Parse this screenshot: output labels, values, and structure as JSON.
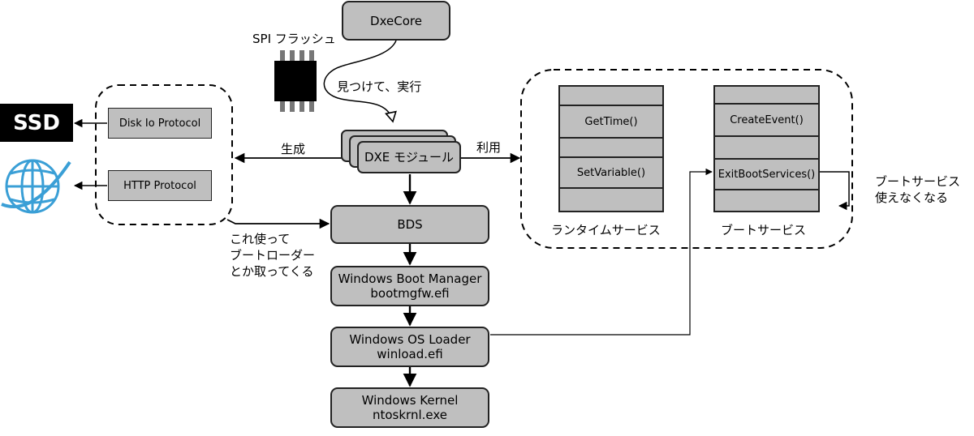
{
  "nodes": {
    "dxecore": "DxeCore",
    "dxe_module": "DXE モジュール",
    "bds": "BDS",
    "boot_manager": [
      "Windows Boot Manager",
      "bootmgfw.efi"
    ],
    "os_loader": [
      "Windows OS Loader",
      "winload.efi"
    ],
    "kernel": [
      "Windows Kernel",
      "ntoskrnl.exe"
    ]
  },
  "spi_flash_label": "SPI フラッシュ",
  "edges": {
    "find_execute": "見つけて、実行",
    "generate": "生成",
    "use": "利用",
    "fetch_bootloader": [
      "これ使って",
      "ブートローダー",
      "とか取ってくる"
    ],
    "boot_services_unusable": [
      "ブートサービス",
      "使えなくなる"
    ]
  },
  "protocols": {
    "disk_io": "Disk Io Protocol",
    "http": "HTTP Protocol"
  },
  "devices": {
    "ssd": "SSD"
  },
  "runtime_services": {
    "title": "ランタイムサービス",
    "cells": [
      "",
      "GetTime()",
      "",
      "SetVariable()",
      ""
    ]
  },
  "boot_services": {
    "title": "ブートサービス",
    "cells": [
      "",
      "CreateEvent()",
      "",
      "ExitBootServices()",
      ""
    ]
  },
  "colors": {
    "box_fill": "#bfbfbf",
    "border": "#222222",
    "globe": "#3a9fd6",
    "ssd_fill": "#000000"
  }
}
